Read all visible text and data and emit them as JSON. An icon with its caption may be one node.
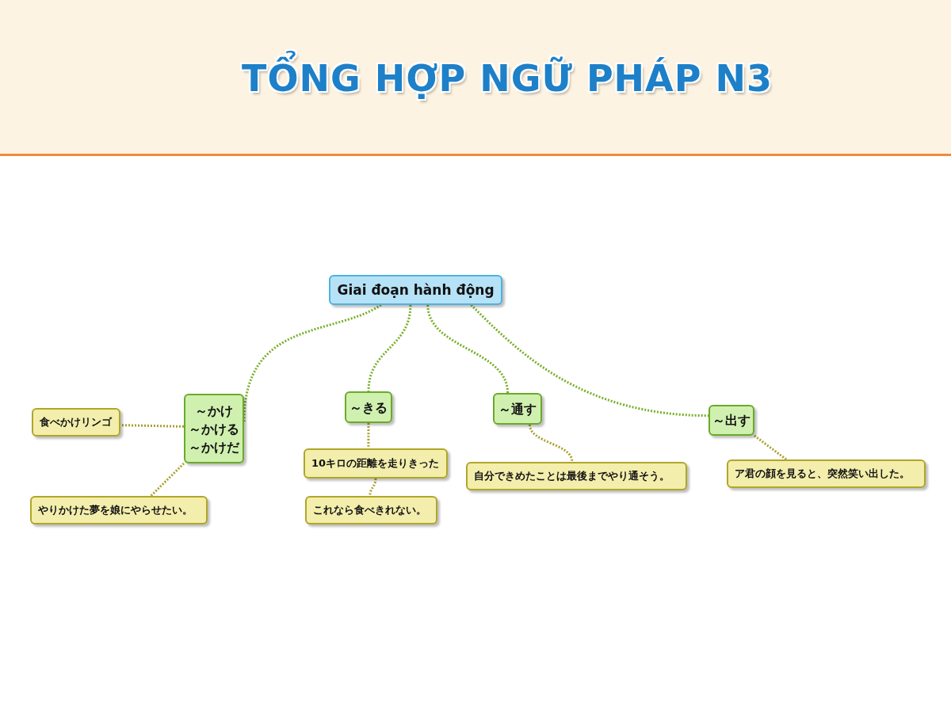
{
  "diagram": {
    "title": "TỔNG HỢP NGỮ PHÁP N3",
    "nodes": [
      {
        "text": [
          "Giai đoạn hành động"
        ]
      },
      {
        "text": [
          "～かけ",
          "～かける",
          "～かけだ"
        ]
      },
      {
        "text": [
          "～きる"
        ]
      },
      {
        "text": [
          "～通す"
        ]
      },
      {
        "text": [
          "～出す"
        ]
      },
      {
        "text": [
          "食べかけリンゴ"
        ]
      },
      {
        "text": [
          "やりかけた夢を娘にやらせたい。"
        ]
      },
      {
        "text": [
          "10キロの距離を走りきった"
        ]
      },
      {
        "text": [
          "これなら食べきれない。"
        ]
      },
      {
        "text": [
          "自分できめたことは最後までやり通そう。"
        ]
      },
      {
        "text": [
          "ア君の顔を見ると、突然笑い出した。"
        ]
      }
    ],
    "edges": [
      {
        "from": 0,
        "to": 1,
        "arrow": "none",
        "color": "#78b02a"
      },
      {
        "from": 0,
        "to": 2,
        "arrow": "none",
        "color": "#78b02a"
      },
      {
        "from": 0,
        "to": 3,
        "arrow": "none",
        "color": "#78b02a"
      },
      {
        "from": 0,
        "to": 4,
        "arrow": "none",
        "color": "#78b02a"
      },
      {
        "from": 1,
        "to": 5,
        "arrow": "none"
      },
      {
        "from": 1,
        "to": 6,
        "arrow": "none"
      },
      {
        "from": 2,
        "to": 7,
        "arrow": "none"
      },
      {
        "from": 7,
        "to": 8,
        "arrow": "none"
      },
      {
        "from": 3,
        "to": 9,
        "arrow": "none"
      },
      {
        "from": 4,
        "to": 10,
        "arrow": "none"
      }
    ]
  }
}
